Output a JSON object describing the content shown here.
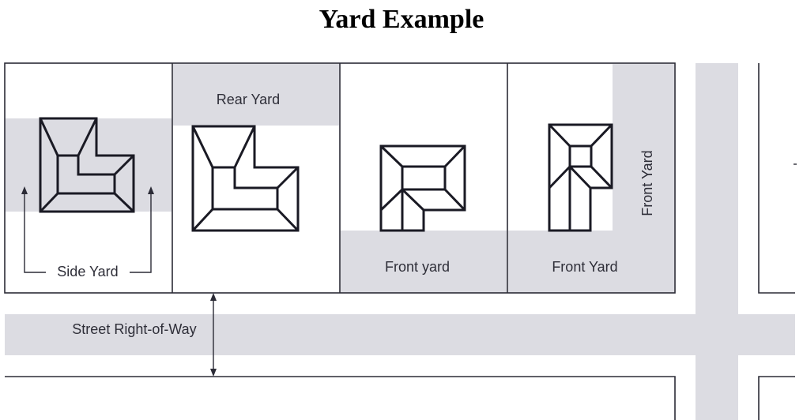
{
  "title": "Yard Example",
  "labels": {
    "side_yard": "Side Yard",
    "rear_yard": "Rear Yard",
    "front_yard_lot3": "Front yard",
    "front_yard_lot4": "Front Yard",
    "front_yard_corner_side": "Front Yard",
    "street_row": "Street Right-of-Way"
  },
  "colors": {
    "yard_shade": "#dcdce2",
    "line": "#2b2b36",
    "building": "#1a1a24"
  },
  "icons": [
    "house-footprint-icon",
    "arrow-up-icon",
    "double-arrow-icon"
  ]
}
